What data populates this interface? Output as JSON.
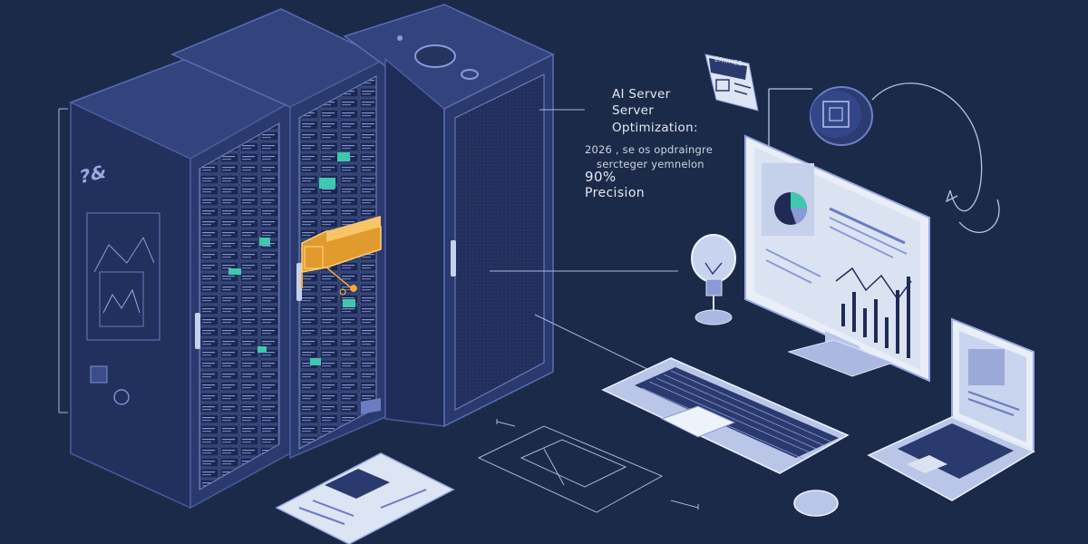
{
  "annotation": {
    "title_lines": [
      "AI Server",
      "Server",
      "Optimization:"
    ],
    "subtitle_lines": [
      "2026 , se os opdraingre",
      "sercteger yemnelon"
    ],
    "stat_value": "90%",
    "stat_label": "Precision"
  },
  "badge_text": "ERIIHED",
  "rack_label": "?&",
  "colors": {
    "background": "#1c2a4a",
    "cabinet": "#2c3c72",
    "cabinet_dark": "#1d2a52",
    "panel_line": "#8a9ad6",
    "accent_orange": "#f2a93b",
    "accent_teal": "#3fc7b0",
    "screen": "#dbe3f2",
    "device": "#a9bbe6"
  }
}
